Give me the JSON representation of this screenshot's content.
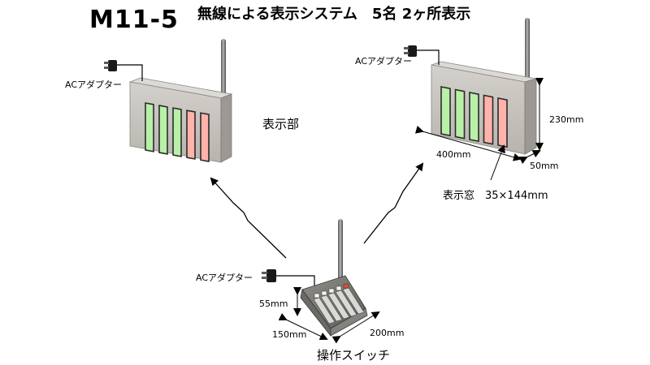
{
  "header": {
    "model": "M11-5",
    "title": "無線による表示システム　5名 2ヶ所表示"
  },
  "labels": {
    "ac_adapter_left": "ACアダプター",
    "ac_adapter_right": "ACアダプター",
    "ac_adapter_switch": "ACアダプター",
    "display_unit": "表示部",
    "height_display": "230mm",
    "width_display": "400mm",
    "depth_display": "50mm",
    "window_size": "表示窓　35×144mm",
    "switch_height": "55mm",
    "switch_depth": "150mm",
    "switch_width": "200mm",
    "switch_name": "操作スイッチ"
  },
  "colors": {
    "window_green": "#b8f0a8",
    "window_red": "#ffb3ab",
    "panel_front": "#c9c6c0",
    "panel_top": "#d8d6d2",
    "panel_side": "#9c9994"
  },
  "display_windows": [
    "green",
    "green",
    "green",
    "red",
    "red"
  ]
}
